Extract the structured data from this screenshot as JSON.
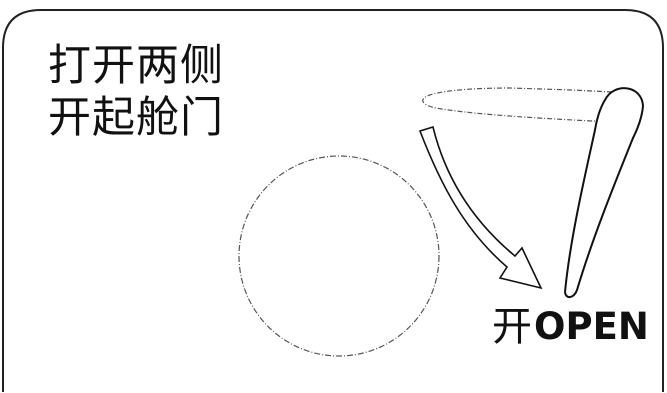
{
  "instruction": {
    "line1": "打开两侧",
    "line2": "开起舱门"
  },
  "open_label": {
    "chinese": "开",
    "english": "OPEN"
  },
  "colors": {
    "stroke": "#111111",
    "dashed_outline": "#555555",
    "background": "#ffffff"
  }
}
